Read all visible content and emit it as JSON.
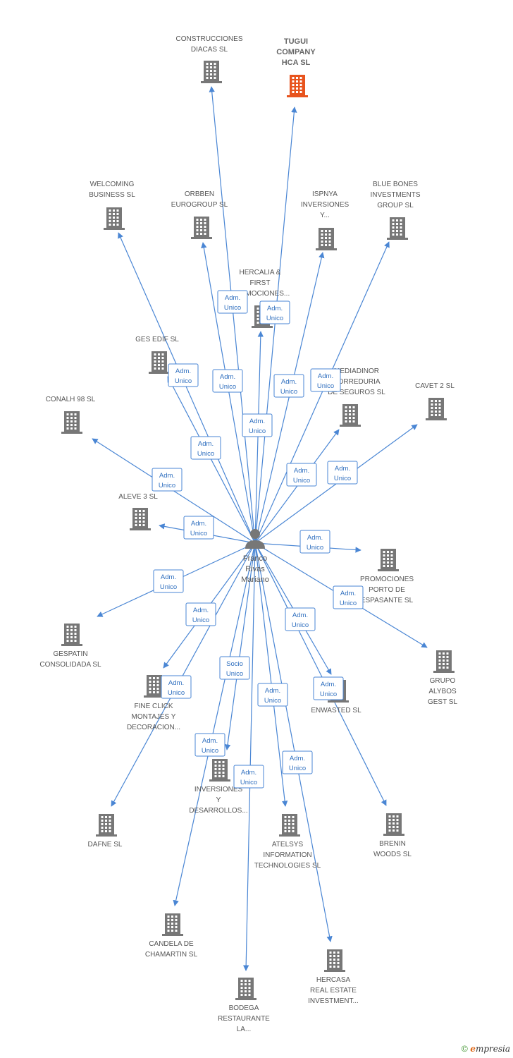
{
  "center": {
    "name_lines": [
      "Franco",
      "Rivas",
      "Mariano"
    ],
    "icon": "person-icon"
  },
  "colors": {
    "edge": "#4a86d4",
    "building": "#777777",
    "highlight_building": "#e8541e"
  },
  "brand": {
    "copyright": "©",
    "e": "e",
    "rest": "mpresia"
  },
  "nodes": [
    {
      "id": "construcciones",
      "lines": [
        "CONSTRUCCIONES",
        "DIACAS SL"
      ],
      "label": "Adm. Unico"
    },
    {
      "id": "tugui",
      "lines": [
        "TUGUI",
        "COMPANY",
        "HCA SL"
      ],
      "label": "Adm. Unico",
      "highlight": true
    },
    {
      "id": "welcoming",
      "lines": [
        "WELCOMING",
        "BUSINESS SL"
      ],
      "label": "Adm. Unico"
    },
    {
      "id": "orbben",
      "lines": [
        "ORBBEN",
        "EUROGROUP SL"
      ],
      "label": "Adm. Unico"
    },
    {
      "id": "ispnya",
      "lines": [
        "ISPNYA",
        "INVERSIONES",
        "Y..."
      ],
      "label": "Adm. Unico"
    },
    {
      "id": "bluebones",
      "lines": [
        "BLUE BONES",
        "INVESTMENTS",
        "GROUP SL"
      ],
      "label": "Adm. Unico"
    },
    {
      "id": "hercalia",
      "lines": [
        "HERCALIA &",
        "FIRST",
        "PROMOCIONES..."
      ],
      "label": "Adm. Unico"
    },
    {
      "id": "gesedif",
      "lines": [
        "GES EDIF SL"
      ],
      "label": "Adm. Unico"
    },
    {
      "id": "mediadinor",
      "lines": [
        "MEDIADINOR",
        "CORREDURIA",
        "DE SEGUROS  SL"
      ],
      "label": "Adm. Unico"
    },
    {
      "id": "cavet",
      "lines": [
        "CAVET 2 SL"
      ],
      "label": "Adm. Unico"
    },
    {
      "id": "conalh",
      "lines": [
        "CONALH 98  SL"
      ],
      "label": "Adm. Unico"
    },
    {
      "id": "aleve",
      "lines": [
        "ALEVE 3 SL"
      ],
      "label": "Adm. Unico"
    },
    {
      "id": "promociones",
      "lines": [
        "PROMOCIONES",
        "PORTO DE",
        "ESPASANTE SL"
      ],
      "label": "Adm. Unico"
    },
    {
      "id": "gespatin",
      "lines": [
        "GESPATIN",
        "CONSOLIDADA SL"
      ],
      "label": "Adm. Unico"
    },
    {
      "id": "grupo",
      "lines": [
        "GRUPO",
        "ALYBOS",
        "GEST SL"
      ],
      "label": "Adm. Unico"
    },
    {
      "id": "fineclick",
      "lines": [
        "FINE CLICK",
        "MONTAJES Y",
        "DECORACION..."
      ],
      "label": "Adm. Unico"
    },
    {
      "id": "enwasted",
      "lines": [
        "ENWASTED SL"
      ],
      "label": "Adm. Unico"
    },
    {
      "id": "inversiones",
      "lines": [
        "INVERSIONES",
        "Y",
        "DESARROLLOS..."
      ],
      "label": "Socio Unico"
    },
    {
      "id": "dafne",
      "lines": [
        "DAFNE SL"
      ],
      "label": "Adm. Unico"
    },
    {
      "id": "atelsys",
      "lines": [
        "ATELSYS",
        "INFORMATION",
        "TECHNOLOGIES SL"
      ],
      "label": "Adm. Unico"
    },
    {
      "id": "brenin",
      "lines": [
        "BRENIN",
        "WOODS SL"
      ],
      "label": "Adm. Unico"
    },
    {
      "id": "candela",
      "lines": [
        "CANDELA DE",
        "CHAMARTIN SL"
      ],
      "label": "Adm. Unico"
    },
    {
      "id": "hercasa",
      "lines": [
        "HERCASA",
        "REAL ESTATE",
        "INVESTMENT..."
      ],
      "label": "Adm. Unico"
    },
    {
      "id": "bodega",
      "lines": [
        "BODEGA",
        "RESTAURANTE",
        "LA..."
      ],
      "label": "Adm. Unico"
    }
  ]
}
